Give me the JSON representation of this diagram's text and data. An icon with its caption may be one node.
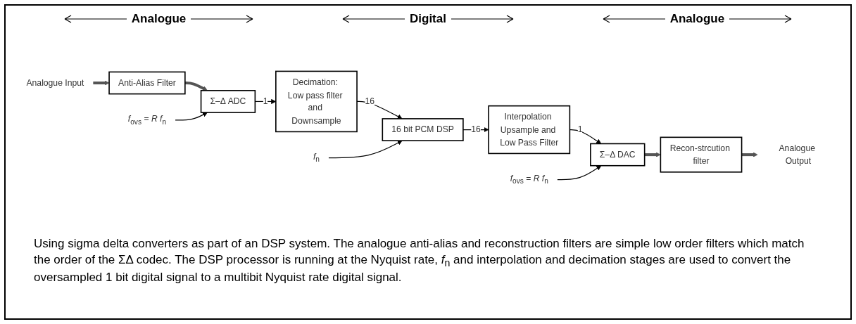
{
  "diagram": {
    "caption": "Using sigma delta converters as part of an DSP system. The analogue anti-alias and reconstruction filters are simple low order filters which match the order of the ΣΔ codec. The DSP processor is running at the Nyquist rate, *f*$_{n}$ and interpolation and decimation stages are used to convert the oversampled 1 bit digital signal to a multibit Nyquist rate digital signal.",
    "nodes": [
      {
        "text": [
          "Analogue Input"
        ]
      },
      {
        "text": [
          "Anti-Alias Filter"
        ]
      },
      {
        "text": [
          "Σ–Δ ADC"
        ]
      },
      {
        "text": [
          "*f*$_{ovs}$ = *R f*$_{n}$"
        ]
      },
      {
        "text": [
          "Decimation: Low pass filter and Downsample"
        ]
      },
      {
        "text": [
          "16 bit PCM DSP"
        ]
      },
      {
        "text": [
          "*f*$_{n}$"
        ]
      },
      {
        "text": [
          "Interpolation Upsample and Low Pass Filter"
        ]
      },
      {
        "text": [
          "Σ–Δ DAC"
        ]
      },
      {
        "text": [
          "*f*$_{ovs}$ = *R f*$_{n}$"
        ]
      },
      {
        "text": [
          "Recon-strcution filter"
        ]
      },
      {
        "text": [
          "Analogue Output"
        ]
      }
    ],
    "edges": [
      {
        "from": 0,
        "to": 1,
        "arrow": "to",
        "style": "thick",
        "color": "#555555"
      },
      {
        "from": 1,
        "to": 2,
        "arrow": "to",
        "style": "thick",
        "color": "#555555"
      },
      {
        "from": 2,
        "to": 4,
        "arrow": "to",
        "label": "1"
      },
      {
        "from": 3,
        "to": 2,
        "arrow": "to"
      },
      {
        "from": 4,
        "to": 5,
        "arrow": "to",
        "label": "16"
      },
      {
        "from": 6,
        "to": 5,
        "arrow": "to"
      },
      {
        "from": 5,
        "to": 7,
        "arrow": "to",
        "label": "16"
      },
      {
        "from": 7,
        "to": 8,
        "arrow": "to",
        "label": "1"
      },
      {
        "from": 9,
        "to": 8,
        "arrow": "to"
      },
      {
        "from": 8,
        "to": 10,
        "arrow": "to",
        "style": "thick",
        "color": "#555555"
      },
      {
        "from": 10,
        "to": 11,
        "arrow": "to",
        "style": "thick",
        "color": "#555555"
      }
    ],
    "labels": [
      "Analogue",
      "Digital",
      "Analogue"
    ]
  }
}
